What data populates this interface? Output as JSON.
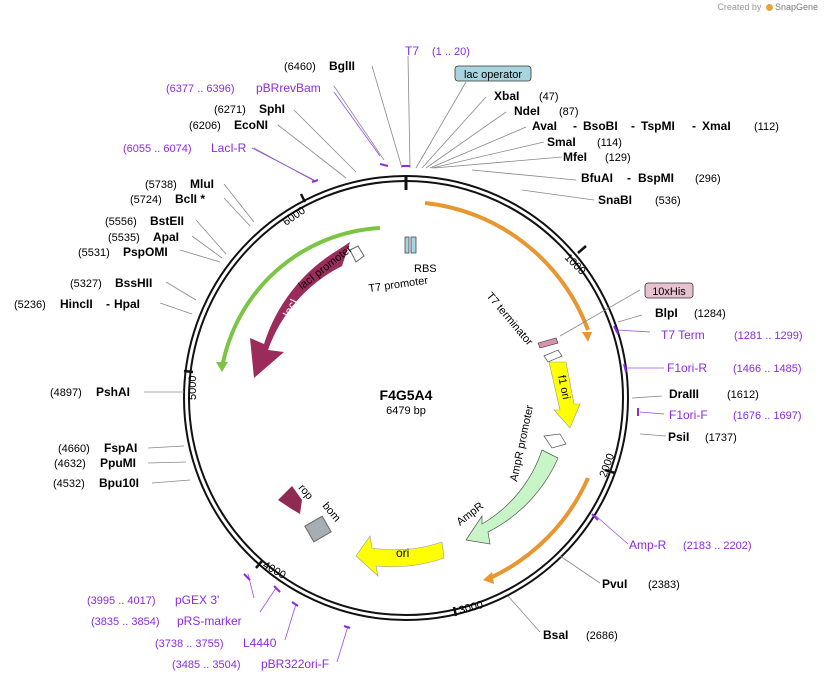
{
  "credit": {
    "prefix": "Created by",
    "brand": "SnapGene"
  },
  "plasmid": {
    "name": "F4G5A4",
    "size_label": "6479 bp"
  },
  "ruler_ticks": [
    "1000",
    "2000",
    "3000",
    "4000",
    "5000",
    "6000"
  ],
  "enzymes": [
    {
      "name": "BglII",
      "pos": "(6460)"
    },
    {
      "name": "SphI",
      "pos": "(6271)"
    },
    {
      "name": "EcoNI",
      "pos": "(6206)"
    },
    {
      "name": "MluI",
      "pos": "(5738)"
    },
    {
      "name": "BclI *",
      "pos": "(5724)"
    },
    {
      "name": "BstEII",
      "pos": "(5556)"
    },
    {
      "name": "ApaI",
      "pos": "(5535)"
    },
    {
      "name": "PspOMI",
      "pos": "(5531)"
    },
    {
      "name": "BssHII",
      "pos": "(5327)"
    },
    {
      "name": "HincII",
      "pos": "(5236)",
      "alt": "HpaI"
    },
    {
      "name": "PshAI",
      "pos": "(4897)"
    },
    {
      "name": "FspAI",
      "pos": "(4660)"
    },
    {
      "name": "PpuMI",
      "pos": "(4632)"
    },
    {
      "name": "Bpu10I",
      "pos": "(4532)"
    },
    {
      "name": "XbaI",
      "pos": "(47)"
    },
    {
      "name": "NdeI",
      "pos": "(87)"
    },
    {
      "name": "AvaI",
      "pos": "(112)",
      "alts": [
        "BsoBI",
        "TspMI",
        "XmaI"
      ]
    },
    {
      "name": "SmaI",
      "pos": "(114)"
    },
    {
      "name": "MfeI",
      "pos": "(129)"
    },
    {
      "name": "BfuAI",
      "pos": "(296)",
      "alts": [
        "BspMI"
      ]
    },
    {
      "name": "SnaBI",
      "pos": "(536)"
    },
    {
      "name": "BlpI",
      "pos": "(1284)"
    },
    {
      "name": "DraIII",
      "pos": "(1612)"
    },
    {
      "name": "PsiI",
      "pos": "(1737)"
    },
    {
      "name": "PvuI",
      "pos": "(2383)"
    },
    {
      "name": "BsaI",
      "pos": "(2686)"
    }
  ],
  "primers": [
    {
      "name": "T7",
      "range": "(1 .. 20)"
    },
    {
      "name": "pBRrevBam",
      "range": "(6377 .. 6396)"
    },
    {
      "name": "LacI-R",
      "range": "(6055 .. 6074)"
    },
    {
      "name": "T7 Term",
      "range": "(1281 .. 1299)"
    },
    {
      "name": "F1ori-R",
      "range": "(1466 .. 1485)"
    },
    {
      "name": "F1ori-F",
      "range": "(1676 .. 1697)"
    },
    {
      "name": "Amp-R",
      "range": "(2183 .. 2202)"
    },
    {
      "name": "pGEX 3'",
      "range": "(3995 .. 4017)"
    },
    {
      "name": "pRS-marker",
      "range": "(3835 .. 3854)"
    },
    {
      "name": "L4440",
      "range": "(3738 .. 3755)"
    },
    {
      "name": "pBR322ori-F",
      "range": "(3485 .. 3504)"
    }
  ],
  "boxed_features": {
    "lac_operator": "lac operator",
    "his_tag": "10xHis"
  },
  "features": {
    "rbs": "RBS",
    "t7_promoter": "T7 promoter",
    "laci_promoter": "lacI promoter",
    "laci": "lacI",
    "t7_terminator": "T7 terminator",
    "f1_ori": "f1 ori",
    "ampr_promoter": "AmpR promoter",
    "ampr": "AmpR",
    "ori": "ori",
    "rop": "rop",
    "bom": "bom"
  },
  "colors": {
    "enzyme_text": "#000000",
    "primer": "#8a2be2",
    "laci": "#9b2b5b",
    "ampr": "#c8f5c8",
    "ori": "#ffff00",
    "f1_ori": "#ffff00",
    "green_arc": "#7cc544",
    "orange_arc": "#e8962f",
    "lac_operator_box": "#a8d4e0",
    "his_box": "#e6c1cf",
    "bom": "#a6aeb5",
    "rop": "#8f2a52"
  }
}
